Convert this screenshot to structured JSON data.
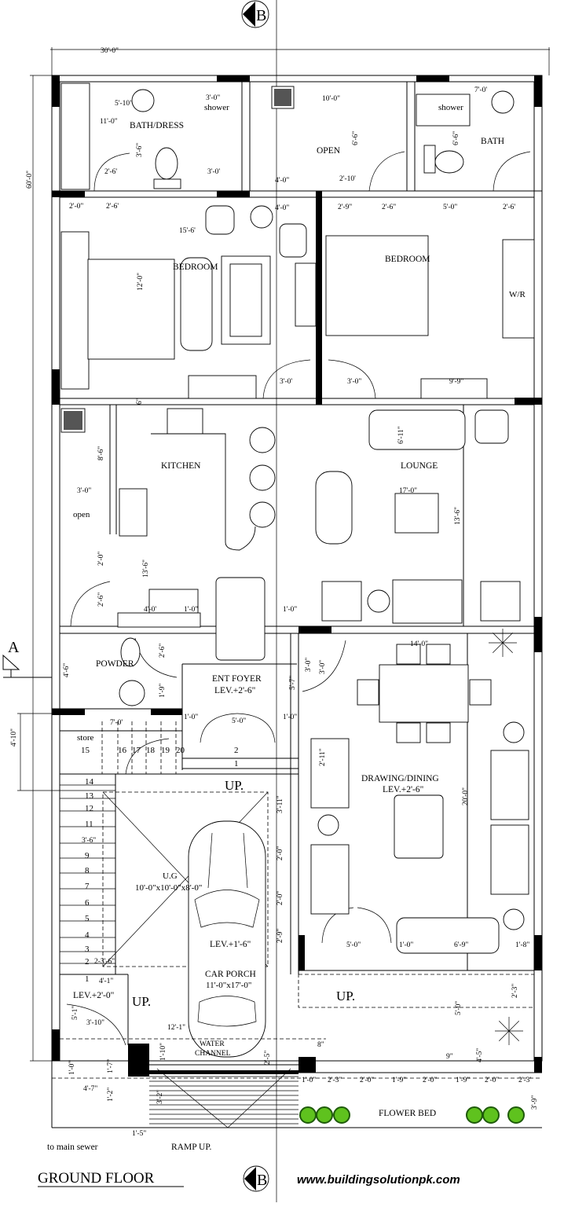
{
  "title": "GROUND FLOOR",
  "website": "www.buildingsolutionpk.com",
  "section_marks": {
    "b": "B",
    "a": "A"
  },
  "rooms": {
    "bath_dress": "BATH/DRESS",
    "shower_left": "shower",
    "open_top": "OPEN",
    "shower_right": "shower",
    "bath": "BATH",
    "bedroom_left": "BEDROOM",
    "bedroom_right": "BEDROOM",
    "wardrobe": "W/R",
    "kitchen": "KITCHEN",
    "lounge": "LOUNGE",
    "open_side": "open",
    "powder": "POWDER",
    "ent_foyer": "ENT FOYER",
    "ent_foyer_level": "LEV.+2'-6\"",
    "store": "store",
    "drawing_dining": "DRAWING/DINING",
    "drawing_dining_level": "LEV.+2'-6\"",
    "ug_tank": "U.G",
    "ug_tank_size": "10'-0\"x10'-0\"x8'-0\"",
    "porch_level": "LEV.+1'-6\"",
    "car_porch": "CAR PORCH",
    "car_porch_size": "11'-0\"x17'-0\"",
    "stair_level": "LEV.+2'-0\"",
    "up_stairs": "UP.",
    "up_side": "UP.",
    "up_front": "UP.",
    "water_channel_1": "WATER",
    "water_channel_2": "CHANNEL",
    "flower_bed": "FLOWER BED",
    "main_sewer": "to main  sewer",
    "ramp_up": "RAMP UP."
  },
  "stair_steps": [
    "14",
    "13",
    "12",
    "11",
    "9",
    "8",
    "7",
    "6",
    "5",
    "4",
    "3",
    "2",
    "1",
    "15",
    "16",
    "17",
    "18",
    "19",
    "20",
    "2",
    "1"
  ],
  "dimensions": [
    "30'-0\"",
    "60'-0\"",
    "5'-10\"",
    "3'-0\"",
    "11'-0\"",
    "3'-6\"",
    "2'-6'",
    "3'-0'",
    "10'-0\"",
    "6'-6\"",
    "4'-0\"",
    "2'-10'",
    "7'-0'",
    "6'-6\"",
    "2'-0\"",
    "2'-6'",
    "4'-0\"",
    "2'-9\"",
    "2'-6\"",
    "5'-0\"",
    "2'-6'",
    "15'-6'",
    "12'-0\"",
    "3'-0'",
    "3'-0\"",
    "9'-9\"",
    "6\"",
    "8'-6\"",
    "3'-0\"",
    "13'-6\"",
    "2'-0\"",
    "2'-6\"",
    "4'-0'",
    "1'-0\"",
    "1'-0\"",
    "6'-11\"",
    "17'-0\"",
    "13'-6\"",
    "2'-6\"",
    "1'-9\"",
    "4'-6\"",
    "3'-0\"",
    "5'-7\"",
    "14'-0\"",
    "1'-0\"",
    "5'-0\"",
    "1'-0\"",
    "7'-0'",
    "4'-10\"",
    "2'-11\"",
    "3'-11\"",
    "3'-6\"",
    "20'-0\"",
    "2'-0\"",
    "2'-0\"",
    "2'-9\"",
    "5'-0\"",
    "1'-0\"",
    "6'-9\"",
    "1'-8\"",
    "2-3'-6\"",
    "4'-1\"",
    "5'-1\"",
    "3'-10\"",
    "12'-1\"",
    "2'-3\"",
    "5'-0\"",
    "1'-10\"",
    "2'-5\"",
    "8\"",
    "1'-0\"",
    "2'-3\"",
    "2'-0\"",
    "1'-9\"",
    "2'-0\"",
    "1'-9\"",
    "2'-0\"",
    "2'-3'",
    "3'-9\"",
    "1'-5\"",
    "4'-7\"",
    "1'-2\"",
    "1'-7\"",
    "1'-0\"",
    "3'-2\"",
    "3'-0\"",
    "9\"",
    "4'-5\""
  ],
  "colors": {
    "line": "#000000",
    "plant": "#5fc21e",
    "plant_dark": "#1e5a0a"
  }
}
